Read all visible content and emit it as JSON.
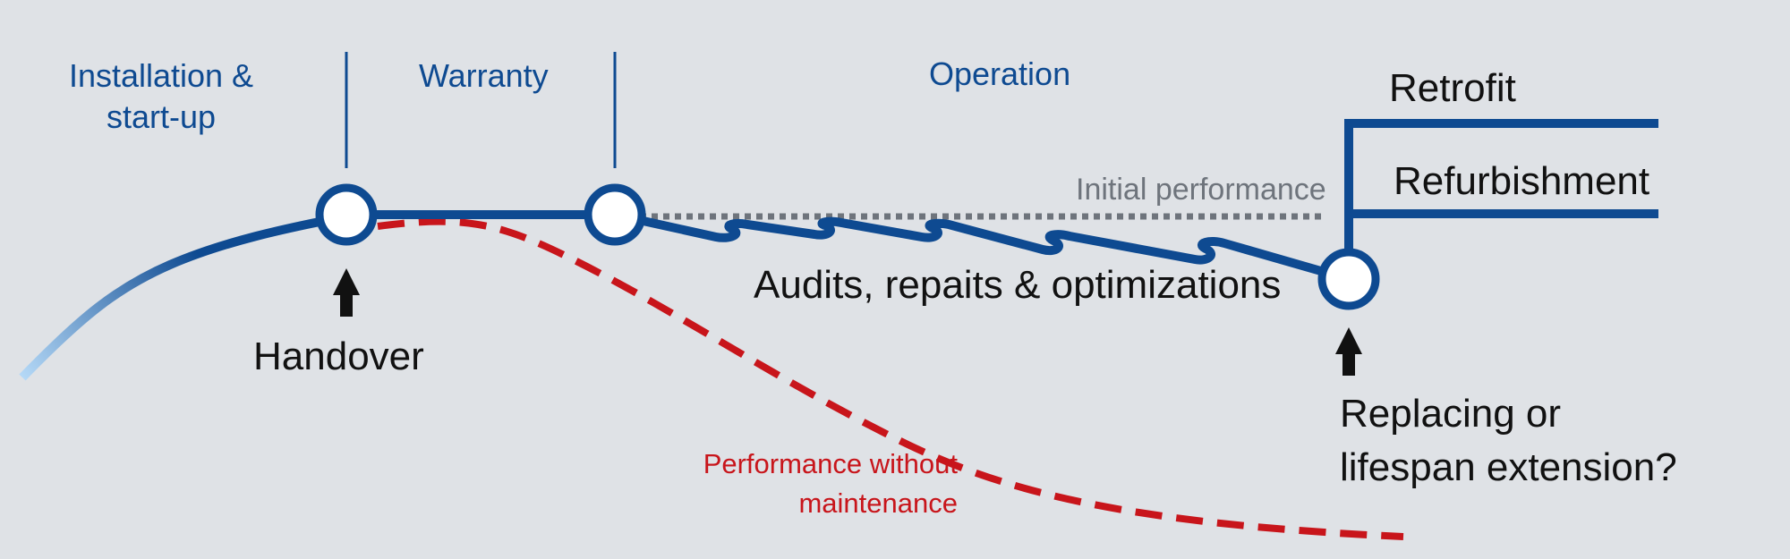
{
  "colors": {
    "background": "#dfe2e6",
    "primary_blue": "#0e4a91",
    "light_blue": "#b4d8f6",
    "maintenance_red": "#c8151b",
    "initial_gray": "#6e747c",
    "text_black": "#111111"
  },
  "phases": {
    "installation": "Installation &",
    "installation_line2": "start-up",
    "warranty": "Warranty",
    "operation": "Operation"
  },
  "labels": {
    "initial_performance": "Initial performance",
    "audits": "Audits, repaits & optimizations",
    "handover": "Handover",
    "retrofit": "Retrofit",
    "refurbishment": "Refurbishment",
    "replacing_line1": "Replacing or",
    "replacing_line2": "lifespan extension?",
    "no_maintenance_line1": "Performance without",
    "no_maintenance_line2": "maintenance"
  },
  "icons": {
    "handover_arrow": "up-arrow-icon",
    "replacement_arrow": "up-arrow-icon"
  }
}
